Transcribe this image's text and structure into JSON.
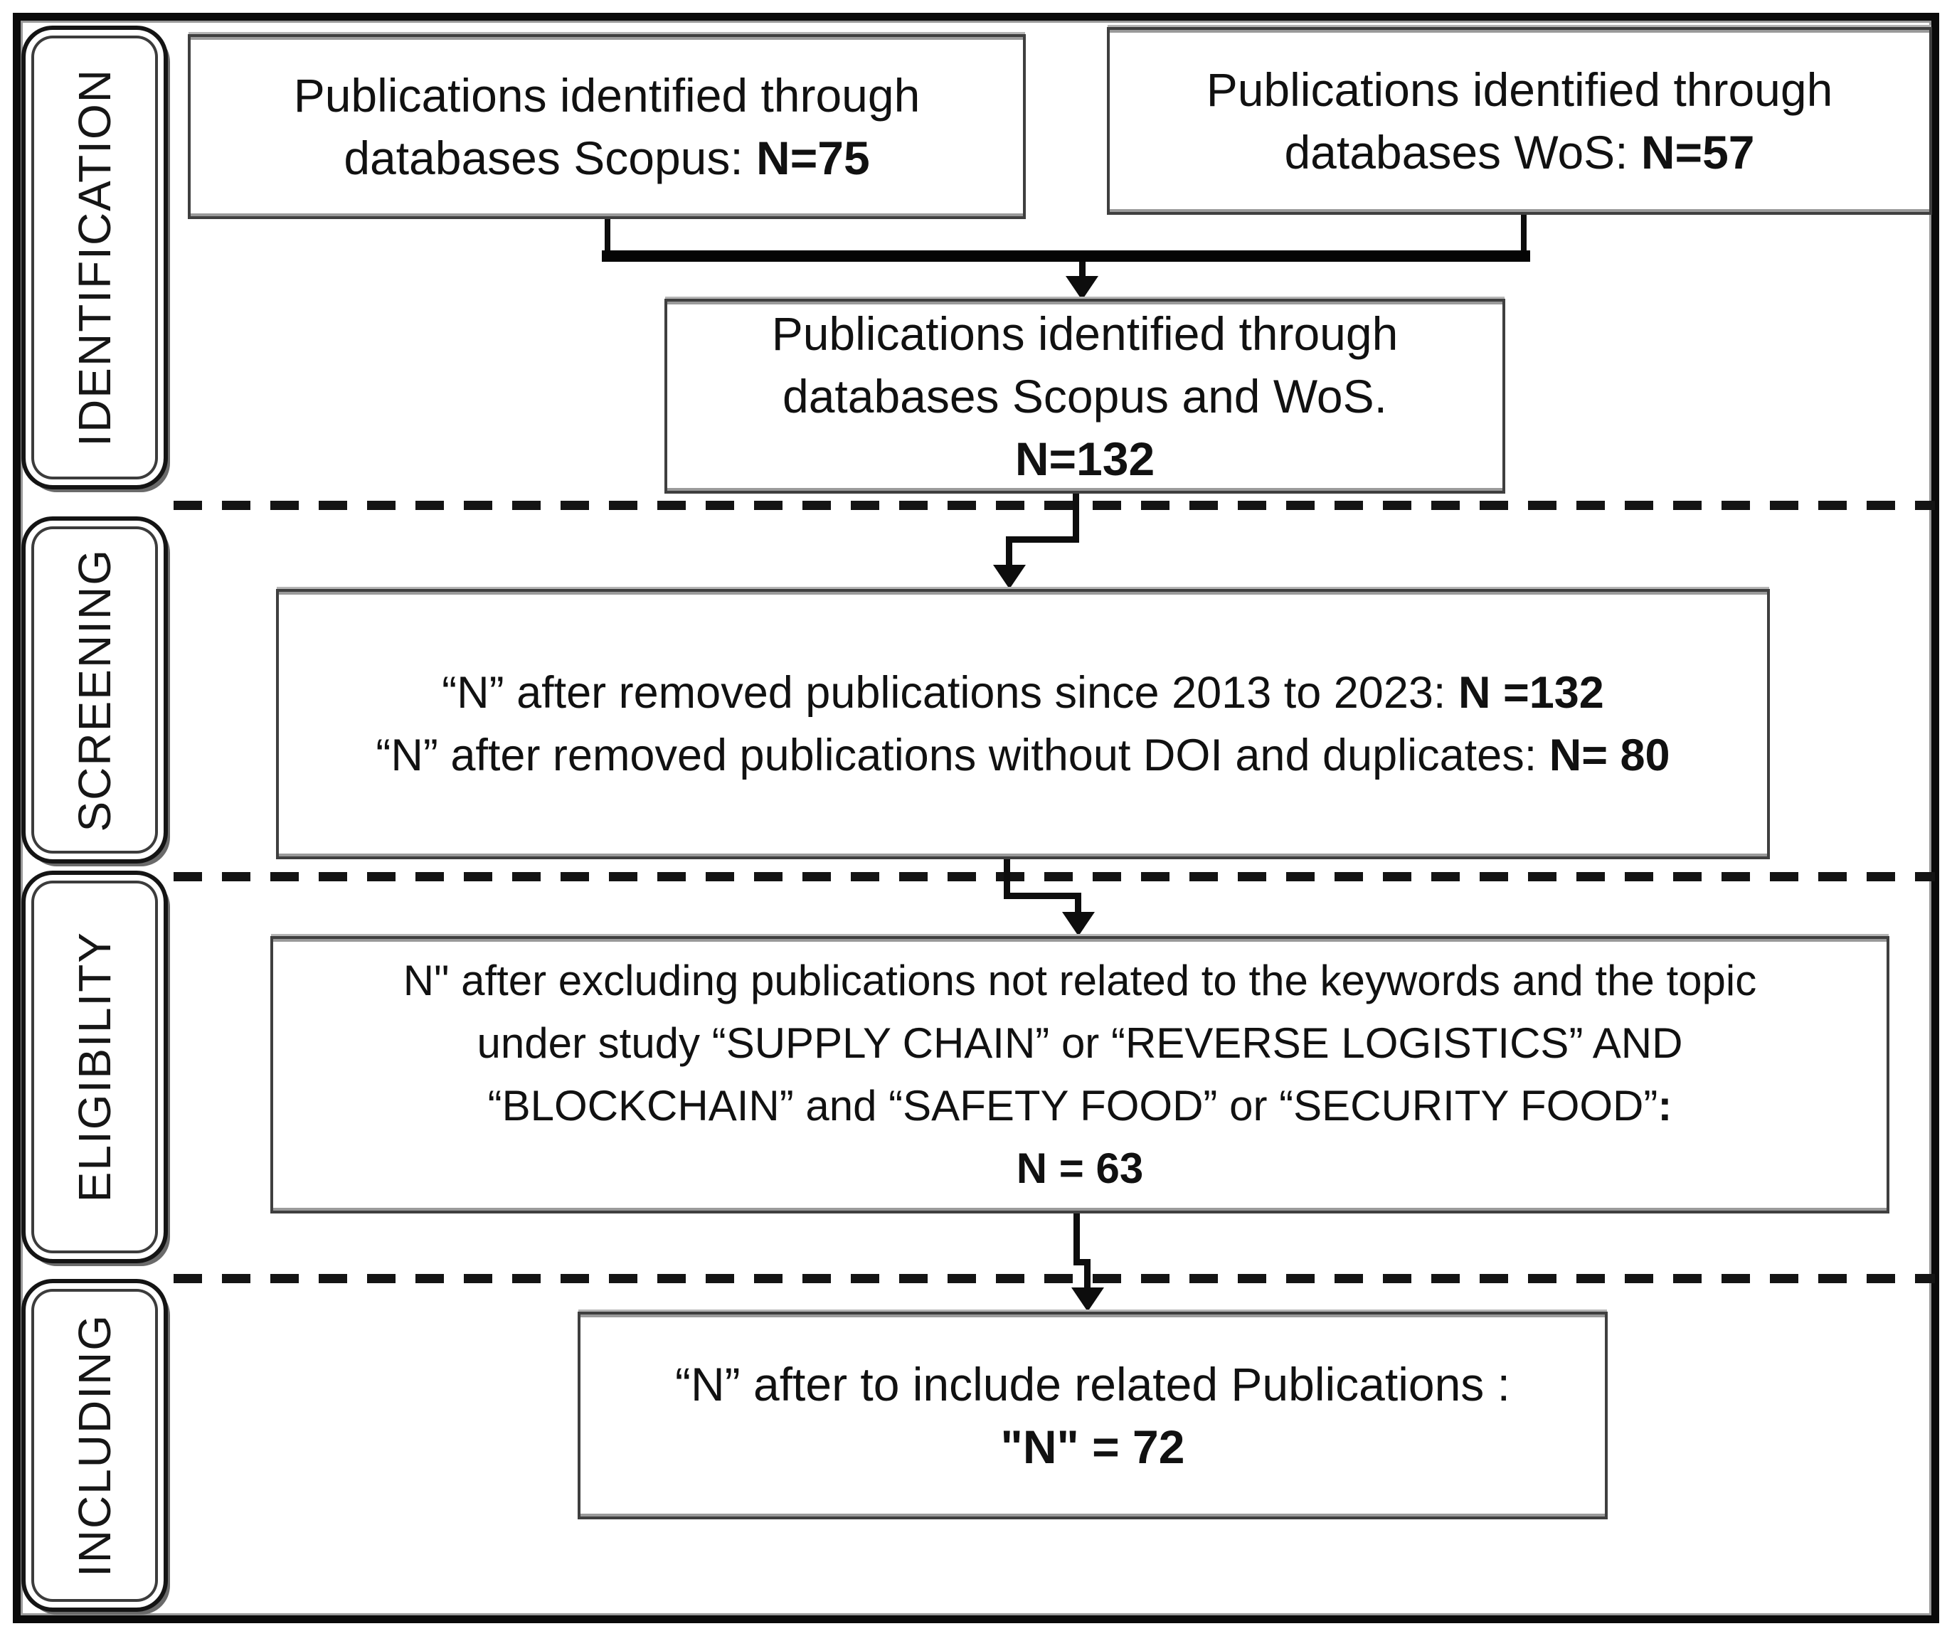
{
  "diagram_title": "PRISMA publication selection flow",
  "stages": [
    {
      "label": "IDENTIFICATION"
    },
    {
      "label": "SCREENING"
    },
    {
      "label": "ELIGIBILITY"
    },
    {
      "label": "INCLUDING"
    }
  ],
  "boxes": {
    "scopus": {
      "lines": [
        {
          "pre": "Publications identified through"
        },
        {
          "pre": "databases Scopus: ",
          "strong": "N=75"
        }
      ]
    },
    "wos": {
      "lines": [
        {
          "pre": "Publications identified through"
        },
        {
          "pre": "databases WoS: ",
          "strong": "N=57"
        }
      ]
    },
    "merged": {
      "lines": [
        {
          "pre": "Publications identified through"
        },
        {
          "pre": "databases Scopus and WoS."
        },
        {
          "strong": "N=132"
        }
      ]
    },
    "screening": {
      "lines": [
        {
          "pre": "“N” after removed publications  since 2013 to 2023: ",
          "strong": "N =132"
        },
        {
          "pre": "“N” after removed  publications without DOI and duplicates: ",
          "strong": "N= 80"
        }
      ]
    },
    "eligibility": {
      "lines": [
        {
          "pre": "N\" after excluding publications not related to the keywords and the topic"
        },
        {
          "pre": "under study “SUPPLY CHAIN” or “REVERSE LOGISTICS” AND"
        },
        {
          "pre": "“BLOCKCHAIN” and “SAFETY FOOD” or “SECURITY FOOD”",
          "strong": ":"
        },
        {
          "strong": "N = 63"
        }
      ]
    },
    "including": {
      "lines": [
        {
          "pre": "“N” after to include related Publications :"
        },
        {
          "strong": "\"N\" = 72"
        }
      ]
    }
  }
}
